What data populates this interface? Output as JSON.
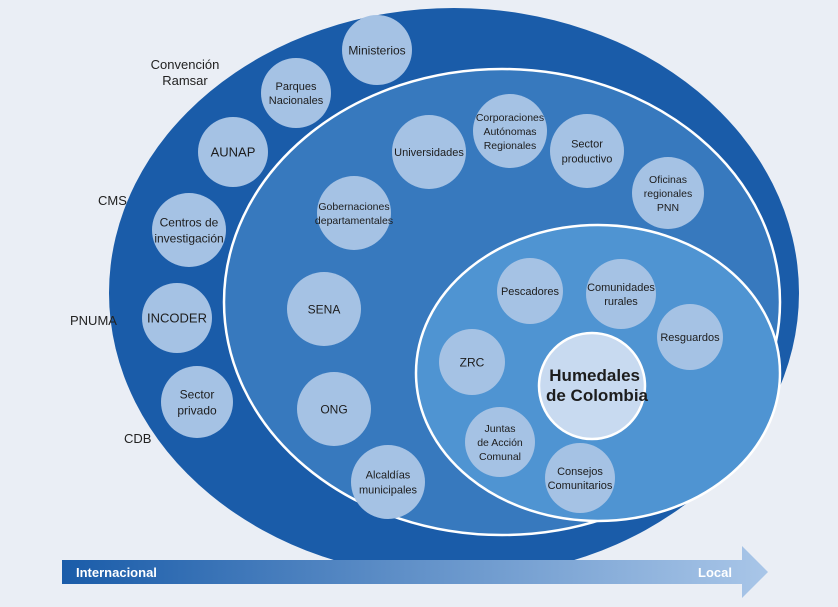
{
  "external_labels": {
    "convencion_ramsar": [
      "Convención",
      "Ramsar"
    ],
    "cms": "CMS",
    "pnuma": "PNUMA",
    "cdb": "CDB"
  },
  "outer_ring": [
    {
      "name": "ministerios",
      "lines": [
        "Ministerios"
      ]
    },
    {
      "name": "parques-nacionales",
      "lines": [
        "Parques",
        "Nacionales"
      ]
    },
    {
      "name": "aunap",
      "lines": [
        "AUNAP"
      ]
    },
    {
      "name": "centros-de-investigacion",
      "lines": [
        "Centros de",
        "investigación"
      ]
    },
    {
      "name": "incoder",
      "lines": [
        "INCODER"
      ]
    },
    {
      "name": "sector-privado",
      "lines": [
        "Sector",
        "privado"
      ]
    }
  ],
  "middle_ring": [
    {
      "name": "universidades",
      "lines": [
        "Universidades"
      ]
    },
    {
      "name": "corporaciones-autonomas-regionales",
      "lines": [
        "Corporaciones",
        "Autónomas",
        "Regionales"
      ]
    },
    {
      "name": "sector-productivo",
      "lines": [
        "Sector",
        "productivo"
      ]
    },
    {
      "name": "oficinas-regionales-pnn",
      "lines": [
        "Oficinas",
        "regionales",
        "PNN"
      ]
    },
    {
      "name": "gobernaciones-departamentales",
      "lines": [
        "Gobernaciones",
        "departamentales"
      ]
    },
    {
      "name": "sena",
      "lines": [
        "SENA"
      ]
    },
    {
      "name": "ong",
      "lines": [
        "ONG"
      ]
    },
    {
      "name": "alcaldias-municipales",
      "lines": [
        "Alcaldías",
        "municipales"
      ]
    }
  ],
  "inner_ring": [
    {
      "name": "pescadores",
      "lines": [
        "Pescadores"
      ]
    },
    {
      "name": "comunidades-rurales",
      "lines": [
        "Comunidades",
        "rurales"
      ]
    },
    {
      "name": "resguardos",
      "lines": [
        "Resguardos"
      ]
    },
    {
      "name": "zrc",
      "lines": [
        "ZRC"
      ]
    },
    {
      "name": "juntas-de-accion-comunal",
      "lines": [
        "Juntas",
        "de Acción",
        "Comunal"
      ]
    },
    {
      "name": "consejos-comunitarios",
      "lines": [
        "Consejos",
        "Comunitarios"
      ]
    }
  ],
  "center": {
    "lines": [
      "Humedales",
      "de Colombia"
    ]
  },
  "scale_arrow": {
    "left_label": "Internacional",
    "right_label": "Local"
  },
  "colors": {
    "outer_ellipse": "#1a5ca9",
    "middle_ellipse": "#3779be",
    "inner_ellipse": "#4f94d2",
    "node_fill": "#a5c2e4",
    "center_fill": "#c8daf0",
    "ring_stroke": "#ffffff",
    "node_text": "#1d1d1d",
    "arrow_dark": "#1a5ca9",
    "arrow_light": "#a9c6e8"
  }
}
